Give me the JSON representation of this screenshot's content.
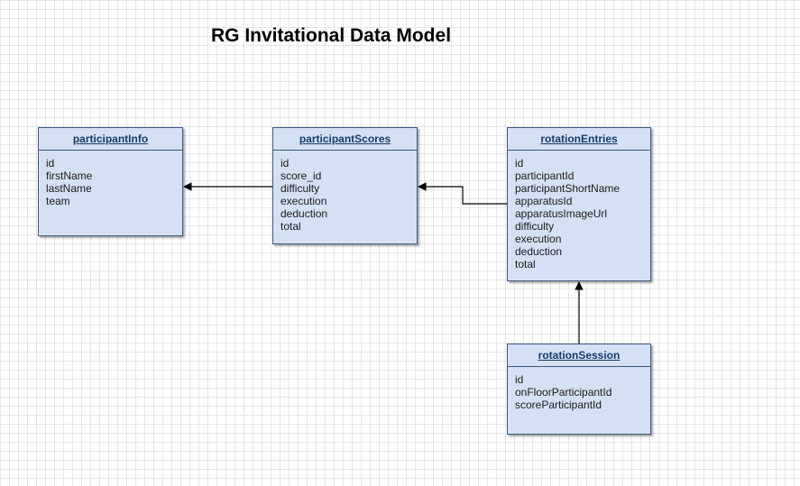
{
  "title": "RG Invitational Data Model",
  "entities": [
    {
      "name": "participantInfo",
      "fields": [
        "id",
        "firstName",
        "lastName",
        "team"
      ]
    },
    {
      "name": "participantScores",
      "fields": [
        "id",
        "score_id",
        "difficulty",
        "execution",
        "deduction",
        "total"
      ]
    },
    {
      "name": "rotationEntries",
      "fields": [
        "id",
        "participantId",
        "participantShortName",
        "apparatusId",
        "apparatusImageUrl",
        "difficulty",
        "execution",
        "deduction",
        "total"
      ]
    },
    {
      "name": "rotationSession",
      "fields": [
        "id",
        "onFloorParticipantId",
        "scoreParticipantId"
      ]
    }
  ],
  "colors": {
    "entity_fill": "#d4e1f5",
    "entity_border": "#3a5a80",
    "header_text": "#1a3a66",
    "connector": "#000000"
  }
}
